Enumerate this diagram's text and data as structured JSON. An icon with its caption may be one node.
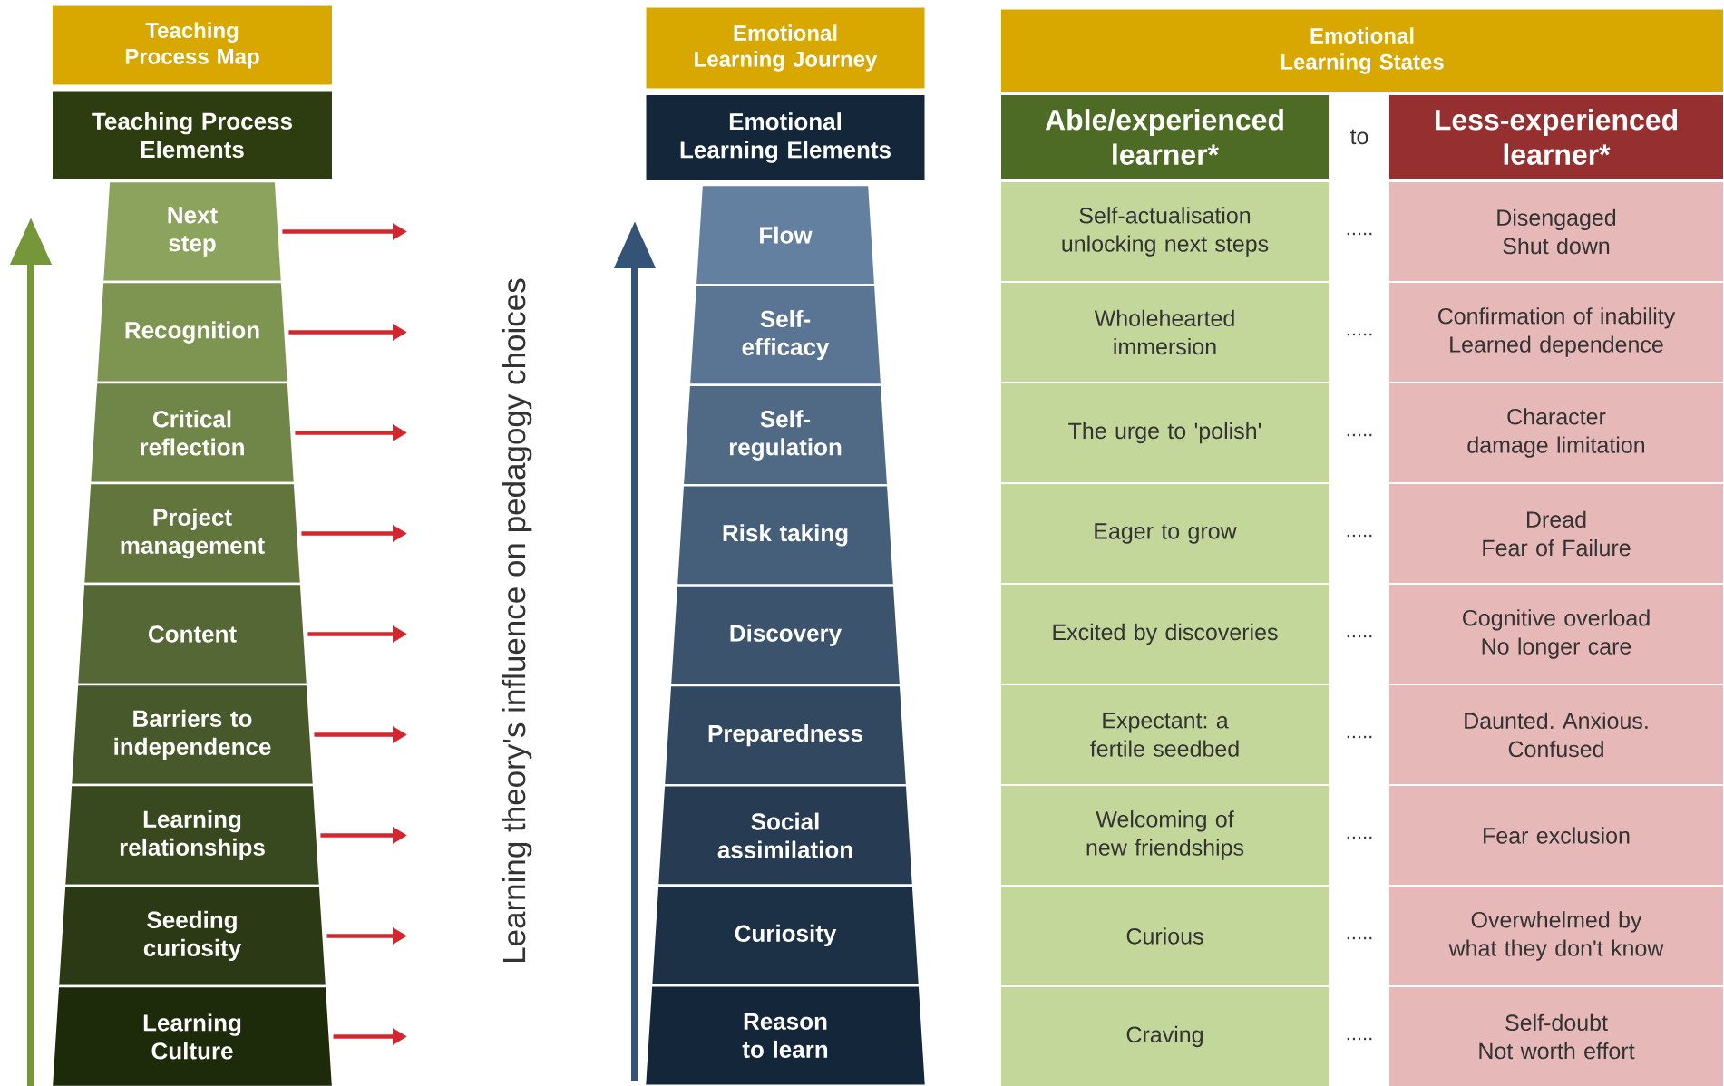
{
  "diagram": {
    "nodes": [
      {
        "text": [
          "Teaching Process Map"
        ]
      },
      {
        "text": [
          "Teaching Process Elements"
        ]
      },
      {
        "text": [
          "Next step"
        ]
      },
      {
        "text": [
          "Recognition"
        ]
      },
      {
        "text": [
          "Critical reflection"
        ]
      },
      {
        "text": [
          "Project management"
        ]
      },
      {
        "text": [
          "Content"
        ]
      },
      {
        "text": [
          "Barriers to independence"
        ]
      },
      {
        "text": [
          "Learning relationships"
        ]
      },
      {
        "text": [
          "Seeding curiosity"
        ]
      },
      {
        "text": [
          "Learning Culture"
        ]
      },
      {
        "text": [
          "Emotional Learning Journey"
        ]
      },
      {
        "text": [
          "Emotional Learning Elements"
        ]
      },
      {
        "text": [
          "Flow"
        ]
      },
      {
        "text": [
          "Self-efficacy"
        ]
      },
      {
        "text": [
          "Self-regulation"
        ]
      },
      {
        "text": [
          "Risk taking"
        ]
      },
      {
        "text": [
          "Discovery"
        ]
      },
      {
        "text": [
          "Preparedness"
        ]
      },
      {
        "text": [
          "Social assimilation"
        ]
      },
      {
        "text": [
          "Curiosity"
        ]
      },
      {
        "text": [
          "Reason to learn"
        ]
      },
      {
        "text": [
          "Emotional Learning States"
        ]
      },
      {
        "text": [
          "Able/experienced learner*"
        ]
      },
      {
        "text": [
          "Less-experienced learner*"
        ]
      },
      {
        "text": [
          "Self-actualisation unlocking next steps"
        ]
      },
      {
        "text": [
          "Disengaged",
          "Shut down"
        ]
      },
      {
        "text": [
          "Wholehearted immersion"
        ]
      },
      {
        "text": [
          "Confirmation of inability",
          "Learned dependence"
        ]
      },
      {
        "text": [
          "The urge to 'polish'"
        ]
      },
      {
        "text": [
          "Character damage limitation"
        ]
      },
      {
        "text": [
          "Eager to grow"
        ]
      },
      {
        "text": [
          "Dread",
          "Fear of Failure"
        ]
      },
      {
        "text": [
          "Excited by discoveries"
        ]
      },
      {
        "text": [
          "Cognitive overload",
          "No longer care"
        ]
      },
      {
        "text": [
          "Expectant: a fertile seedbed"
        ]
      },
      {
        "text": [
          "Daunted. Anxious. Confused"
        ]
      },
      {
        "text": [
          "Welcoming of new friendships"
        ]
      },
      {
        "text": [
          "Fear exclusion"
        ]
      },
      {
        "text": [
          "Curious"
        ]
      },
      {
        "text": [
          "Overwhelmed by what they don't know"
        ]
      },
      {
        "text": [
          "Craving"
        ]
      },
      {
        "text": [
          "Self-doubt",
          "Not worth effort"
        ]
      }
    ],
    "edges": [
      {
        "from": 2,
        "to": null,
        "arrow": "to"
      },
      {
        "from": 3,
        "to": null,
        "arrow": "to"
      },
      {
        "from": 4,
        "to": null,
        "arrow": "to"
      },
      {
        "from": 5,
        "to": null,
        "arrow": "to"
      },
      {
        "from": 6,
        "to": null,
        "arrow": "to"
      },
      {
        "from": 7,
        "to": null,
        "arrow": "to"
      },
      {
        "from": 8,
        "to": null,
        "arrow": "to"
      },
      {
        "from": 9,
        "to": null,
        "arrow": "to"
      },
      {
        "from": 10,
        "to": null,
        "arrow": "to"
      }
    ],
    "labels": [
      "Learning theory's influence on pedagogy choices",
      "to",
      ".....",
      ".....",
      ".....",
      ".....",
      ".....",
      ".....",
      ".....",
      ".....",
      "....."
    ]
  }
}
